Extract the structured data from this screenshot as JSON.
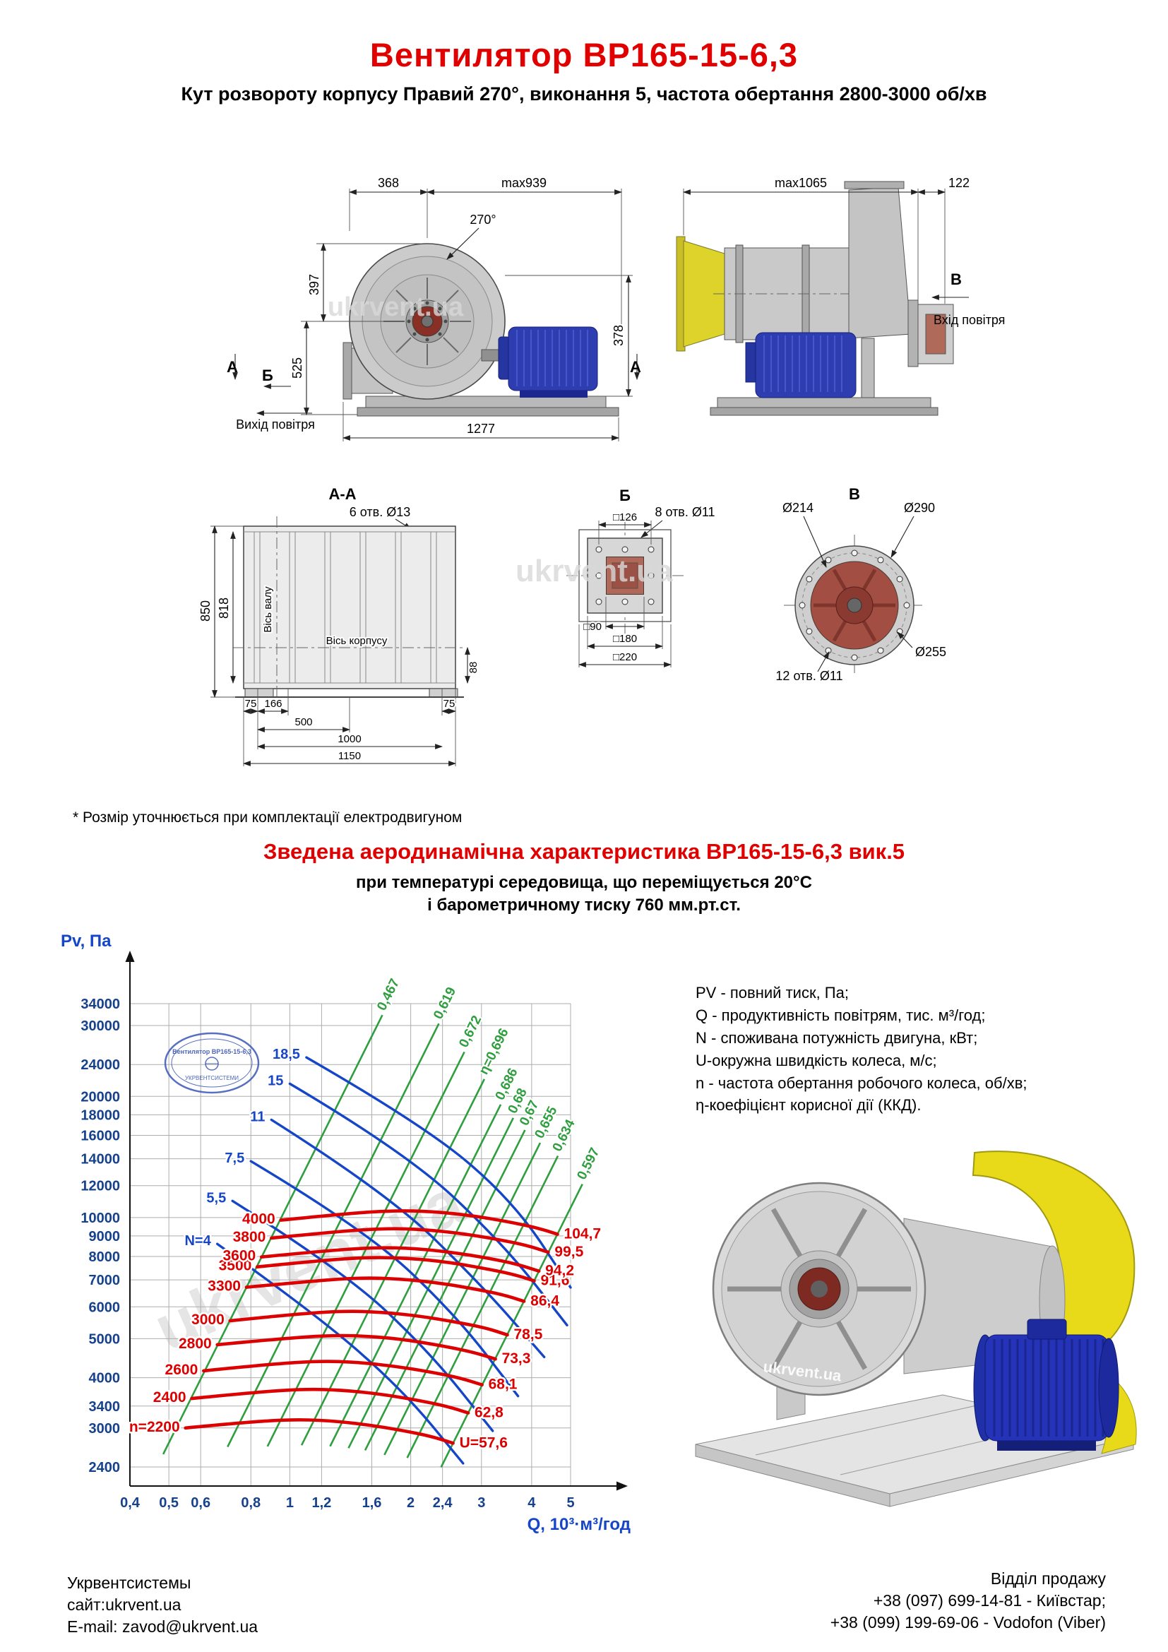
{
  "page": {
    "title": "Вентилятор ВР165-15-6,3",
    "subtitle": "Кут розвороту корпусу Правий 270°, виконання 5, частота обертання 2800-3000 об/хв",
    "note": "* Розмір уточнюється при комплектації електродвигуном"
  },
  "watermark": "ukrvent.ua",
  "drawings": {
    "front": {
      "dim_368": "368",
      "dim_max939": "max939",
      "angle": "270°",
      "dim_397": "397",
      "dim_525": "525",
      "dim_378": "378",
      "dim_1277": "1277",
      "label_A_left": "А",
      "label_B": "Б",
      "label_A_right": "А",
      "outlet": "Вихід повітря"
    },
    "side": {
      "dim_max1065": "max1065",
      "dim_122": "122",
      "label_V": "В",
      "inlet": "Вхід повітря"
    },
    "section_aa": {
      "title": "А-А",
      "holes": "6 отв. Ø13",
      "dim_850": "850",
      "dim_818": "818",
      "dim_88": "88",
      "dim_75l": "75",
      "dim_166": "166",
      "dim_75r": "75",
      "dim_500": "500",
      "dim_1000": "1000",
      "dim_1150": "1150",
      "axis_shaft": "Вісь валу",
      "axis_body": "Вісь корпусу"
    },
    "section_b": {
      "title": "Б",
      "holes": "8 отв. Ø11",
      "dim_126": "□126",
      "dim_90": "□90",
      "dim_180": "□180",
      "dim_220": "□220"
    },
    "view_v": {
      "title": "В",
      "holes": "12 отв. Ø11",
      "dim_214": "Ø214",
      "dim_290": "Ø290",
      "dim_255": "Ø255"
    }
  },
  "aero": {
    "heading": "Зведена аеродинамічна характеристика ВР165-15-6,3 вик.5",
    "sub1": "при температурі середовища, що переміщується 20°С",
    "sub2": "і барометричному тиску 760 мм.рт.ст."
  },
  "legend": {
    "lines": [
      "PV - повний тиск, Па;",
      "Q - продуктивність повітрям, тис. м³/год;",
      "N - споживана потужність двигуна, кВт;",
      "U-окружна швидкість колеса, м/с;",
      "n - частота обертання робочого колеса, об/хв;",
      "η-коефіцієнт корисної дії (ККД)."
    ]
  },
  "chart_data": {
    "type": "line",
    "title": "Зведена аеродинамічна характеристика ВР165-15-6,3 вик.5",
    "xlabel": "Q, 10³·м³/год",
    "ylabel": "Pv, Па",
    "x_scale": "log",
    "y_scale": "log",
    "grid": true,
    "xlim": [
      0.4,
      5
    ],
    "ylim": [
      2400,
      34000
    ],
    "x_ticks": [
      0.4,
      0.5,
      0.6,
      0.8,
      1,
      1.2,
      1.6,
      2,
      2.4,
      3,
      4,
      5
    ],
    "x_tick_labels": [
      "0,4",
      "0,5",
      "0,6",
      "0,8",
      "1",
      "1,2",
      "1,6",
      "2",
      "2,4",
      "3",
      "4",
      "5"
    ],
    "y_ticks": [
      2400,
      3000,
      3400,
      4000,
      5000,
      6000,
      7000,
      8000,
      9000,
      10000,
      12000,
      14000,
      16000,
      18000,
      20000,
      24000,
      30000,
      34000
    ],
    "y_tick_labels": [
      "2400",
      "3000",
      "3400",
      "4000",
      "5000",
      "6000",
      "7000",
      "8000",
      "9000",
      "10000",
      "12000",
      "14000",
      "16000",
      "18000",
      "20000",
      "24000",
      "30000",
      "34000"
    ],
    "colors": {
      "rpm": "#dd0000",
      "power": "#1646c8",
      "efficiency": "#2e9e3e",
      "axis_label": "#1646c8"
    },
    "stamp": {
      "line1": "Вентилятор ВР165-15-6,3",
      "line2": "УКРВЕНТСИСТЕМИ"
    },
    "rpm_curves": [
      {
        "label": "n=2200",
        "u_label": "U=57,6",
        "points": [
          [
            0.55,
            3000
          ],
          [
            0.75,
            3090
          ],
          [
            1.0,
            3150
          ],
          [
            1.25,
            3130
          ],
          [
            1.55,
            3060
          ],
          [
            1.9,
            2960
          ],
          [
            2.25,
            2860
          ],
          [
            2.55,
            2750
          ]
        ]
      },
      {
        "label": "2400",
        "u_label": "62,8",
        "points": [
          [
            0.57,
            3550
          ],
          [
            0.82,
            3680
          ],
          [
            1.09,
            3750
          ],
          [
            1.36,
            3725
          ],
          [
            1.69,
            3640
          ],
          [
            2.07,
            3520
          ],
          [
            2.45,
            3400
          ],
          [
            2.78,
            3270
          ]
        ]
      },
      {
        "label": "2600",
        "u_label": "68,1",
        "points": [
          [
            0.61,
            4160
          ],
          [
            0.89,
            4320
          ],
          [
            1.18,
            4400
          ],
          [
            1.48,
            4370
          ],
          [
            1.83,
            4270
          ],
          [
            2.25,
            4130
          ],
          [
            2.66,
            3990
          ],
          [
            3.01,
            3840
          ]
        ]
      },
      {
        "label": "2800",
        "u_label": "73,3",
        "points": [
          [
            0.66,
            4830
          ],
          [
            0.95,
            5000
          ],
          [
            1.27,
            5100
          ],
          [
            1.59,
            5070
          ],
          [
            1.97,
            4960
          ],
          [
            2.42,
            4790
          ],
          [
            2.86,
            4630
          ],
          [
            3.25,
            4450
          ]
        ]
      },
      {
        "label": "3000",
        "u_label": "78,5",
        "points": [
          [
            0.71,
            5540
          ],
          [
            1.02,
            5750
          ],
          [
            1.36,
            5860
          ],
          [
            1.7,
            5820
          ],
          [
            2.11,
            5690
          ],
          [
            2.59,
            5500
          ],
          [
            3.07,
            5320
          ],
          [
            3.48,
            5110
          ]
        ]
      },
      {
        "label": "3300",
        "u_label": "86,4",
        "points": [
          [
            0.78,
            6710
          ],
          [
            1.13,
            6950
          ],
          [
            1.5,
            7090
          ],
          [
            1.88,
            7040
          ],
          [
            2.33,
            6890
          ],
          [
            2.85,
            6660
          ],
          [
            3.38,
            6440
          ],
          [
            3.83,
            6190
          ]
        ]
      },
      {
        "label": "3500",
        "u_label": "91,6",
        "points": [
          [
            0.83,
            7540
          ],
          [
            1.19,
            7820
          ],
          [
            1.59,
            7970
          ],
          [
            1.99,
            7920
          ],
          [
            2.47,
            7750
          ],
          [
            3.02,
            7490
          ],
          [
            3.58,
            7240
          ],
          [
            4.06,
            6960
          ]
        ]
      },
      {
        "label": "3600",
        "u_label": "94,2",
        "points": [
          [
            0.85,
            7980
          ],
          [
            1.23,
            8270
          ],
          [
            1.64,
            8430
          ],
          [
            2.05,
            8380
          ],
          [
            2.54,
            8190
          ],
          [
            3.11,
            7930
          ],
          [
            3.68,
            7660
          ],
          [
            4.17,
            7360
          ]
        ]
      },
      {
        "label": "3800",
        "u_label": "99,5",
        "points": [
          [
            0.9,
            8890
          ],
          [
            1.3,
            9220
          ],
          [
            1.73,
            9400
          ],
          [
            2.16,
            9340
          ],
          [
            2.68,
            9130
          ],
          [
            3.28,
            8830
          ],
          [
            3.89,
            8530
          ],
          [
            4.4,
            8200
          ]
        ]
      },
      {
        "label": "4000",
        "u_label": "104,7",
        "points": [
          [
            0.95,
            9850
          ],
          [
            1.36,
            10220
          ],
          [
            1.82,
            10410
          ],
          [
            2.27,
            10350
          ],
          [
            2.82,
            10120
          ],
          [
            3.45,
            9790
          ],
          [
            4.09,
            9450
          ],
          [
            4.64,
            9090
          ]
        ]
      }
    ],
    "power_curves": [
      {
        "label": "N=4",
        "points": [
          [
            0.66,
            8600
          ],
          [
            1.15,
            5800
          ],
          [
            1.9,
            3750
          ],
          [
            2.7,
            2450
          ]
        ]
      },
      {
        "label": "5,5",
        "points": [
          [
            0.72,
            11000
          ],
          [
            1.35,
            7400
          ],
          [
            2.2,
            4700
          ],
          [
            3.2,
            2950
          ]
        ]
      },
      {
        "label": "7,5",
        "points": [
          [
            0.8,
            13800
          ],
          [
            1.55,
            9300
          ],
          [
            2.6,
            5700
          ],
          [
            3.7,
            3600
          ]
        ]
      },
      {
        "label": "11",
        "points": [
          [
            0.9,
            17500
          ],
          [
            1.75,
            11500
          ],
          [
            3.0,
            6800
          ],
          [
            4.3,
            4500
          ]
        ]
      },
      {
        "label": "15",
        "points": [
          [
            1.0,
            21500
          ],
          [
            1.95,
            14500
          ],
          [
            3.4,
            8600
          ],
          [
            4.9,
            5400
          ]
        ]
      },
      {
        "label": "18,5",
        "points": [
          [
            1.1,
            25000
          ],
          [
            2.15,
            17000
          ],
          [
            3.6,
            11000
          ],
          [
            5.0,
            6700
          ]
        ]
      }
    ],
    "efficiency_lines": [
      {
        "label": "0,467",
        "points": [
          [
            0.484,
            2582
          ],
          [
            1.7,
            31850
          ]
        ]
      },
      {
        "label": "0,619",
        "points": [
          [
            0.7,
            2692
          ],
          [
            2.35,
            30335
          ]
        ]
      },
      {
        "label": "0,672",
        "points": [
          [
            0.88,
            2699
          ],
          [
            2.72,
            25787
          ]
        ]
      },
      {
        "label": "η=0,696",
        "points": [
          [
            1.07,
            2718
          ],
          [
            3.05,
            22084
          ]
        ]
      },
      {
        "label": "0,686",
        "points": [
          [
            1.26,
            2701
          ],
          [
            3.35,
            19091
          ]
        ]
      },
      {
        "label": "0,68",
        "points": [
          [
            1.4,
            2673
          ],
          [
            3.6,
            17678
          ]
        ]
      },
      {
        "label": "0,67",
        "points": [
          [
            1.54,
            2640
          ],
          [
            3.85,
            16497
          ]
        ]
      },
      {
        "label": "0,655",
        "points": [
          [
            1.72,
            2571
          ],
          [
            4.2,
            15329
          ]
        ]
      },
      {
        "label": "0,634",
        "points": [
          [
            1.96,
            2528
          ],
          [
            4.65,
            14228
          ]
        ]
      },
      {
        "label": "0,597",
        "points": [
          [
            2.38,
            2396
          ],
          [
            5.35,
            12107
          ]
        ]
      }
    ]
  },
  "footer": {
    "left": [
      "Укрвентсистемы",
      "сайт:ukrvent.ua",
      "E-mail: zavod@ukrvent.ua"
    ],
    "right": [
      "Відділ продажу",
      "+38 (097) 699-14-81 - Київстар;",
      "+38 (099) 199-69-06 - Vodofon (Viber)"
    ]
  }
}
